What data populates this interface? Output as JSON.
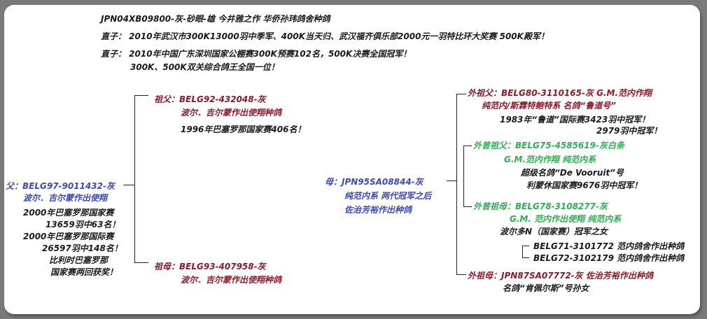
{
  "header": {
    "title": "JPN04XB09800-灰-砂眼-雄 今井雅之作 华侨孙玮鸽舍种鸽",
    "line1": "直子： 2010年武汉市300K13000羽中季军、400K当天归、武汉福齐俱乐部2000元一羽特比环大奖赛 500K殿军！",
    "line2": "直子： 2010年中国广东深圳国家公棚赛300K预赛102名，500K决赛全国冠军！",
    "line3": "300K、500K双关综合鸽王全国一位！"
  },
  "sire": {
    "ring": "父：BELG97-9011432-灰",
    "breeder": "波尔．吉尔蒙作出使翔",
    "results": [
      "2000年巴塞罗那国家赛",
      "13659羽中63名！",
      "2000年巴塞罗那国际赛",
      "26597羽中148名！",
      "比利时巴塞罗那",
      "国家赛两回获奖！"
    ]
  },
  "paternal_grandsire": {
    "ring": "祖父：BELG92-432048-灰",
    "breeder": "波尔．吉尔蒙作出使翔种鸽",
    "result": "1996年巴塞罗那国家赛406名！"
  },
  "paternal_granddam": {
    "ring": "祖母：BELG93-407958-灰",
    "breeder": "波尔．吉尔蒙作出使翔种鸽"
  },
  "dam": {
    "ring": "母：JPN95SA08844-灰",
    "line1": "纯范内系 两代冠军之后",
    "line2": "佐治芳裕作出种鸽"
  },
  "maternal_grandsire": {
    "ring": "外祖父：BELG80-3110165-灰  G.M.范内作翔",
    "line1": "纯范内/斯霖特鲍特系  名鸽“鲁道号”",
    "line2": "1983年“鲁道”国际赛3423羽中冠军！",
    "line3": "2979羽中冠军！"
  },
  "maternal_great_grandsire": {
    "ring": "外曾祖父：BELG75-4585619-灰白条",
    "line1": "G.M.范内作翔 纯范内系",
    "line2": "超级名鸽“De Vooruit”号",
    "line3": "利蒙休国家赛9676羽中冠军！"
  },
  "maternal_great_granddam": {
    "ring": "外曾祖母：BELG78-3108277-灰",
    "line1": "G.M. 范内作出使翔 纯范内系",
    "line2": "波尔多N（国家赛）冠军之女",
    "parent1": "BELG71-3101772  范内鸽舍作出种鸽",
    "parent2": "BELG72-3102179  范内鸽舍作出种鸽"
  },
  "maternal_granddam": {
    "ring": "外祖母：JPN87SA07772-灰 佐治芳裕作出种鸽",
    "line1": "名鸽“肯佩尔斯”号孙女"
  }
}
